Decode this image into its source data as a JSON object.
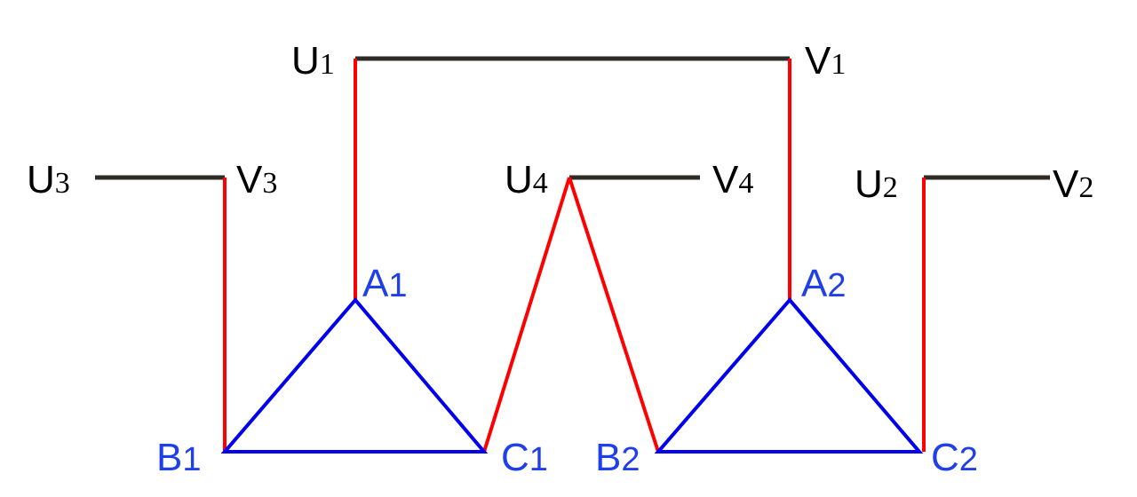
{
  "colors": {
    "black_line": "#2e2b26",
    "red_line": "#ff0000",
    "blue_line": "#0000ee",
    "black_label": "#000000",
    "blue_label": "#1f3fe8"
  },
  "labels": {
    "U1": {
      "main": "U",
      "sub": "1"
    },
    "V1": {
      "main": "V",
      "sub": "1"
    },
    "U3": {
      "main": "U",
      "sub": "3"
    },
    "V3": {
      "main": "V",
      "sub": "3"
    },
    "U4": {
      "main": "U",
      "sub": "4"
    },
    "V4": {
      "main": "V",
      "sub": "4"
    },
    "U2": {
      "main": "U",
      "sub": "2"
    },
    "V2": {
      "main": "V",
      "sub": "2"
    },
    "A1": {
      "main": "A",
      "sub": "1"
    },
    "A2": {
      "main": "A",
      "sub": "2"
    },
    "B1": {
      "main": "B",
      "sub": "1"
    },
    "C1": {
      "main": "C",
      "sub": "1"
    },
    "B2": {
      "main": "B",
      "sub": "2"
    },
    "C2": {
      "main": "C",
      "sub": "2"
    }
  }
}
